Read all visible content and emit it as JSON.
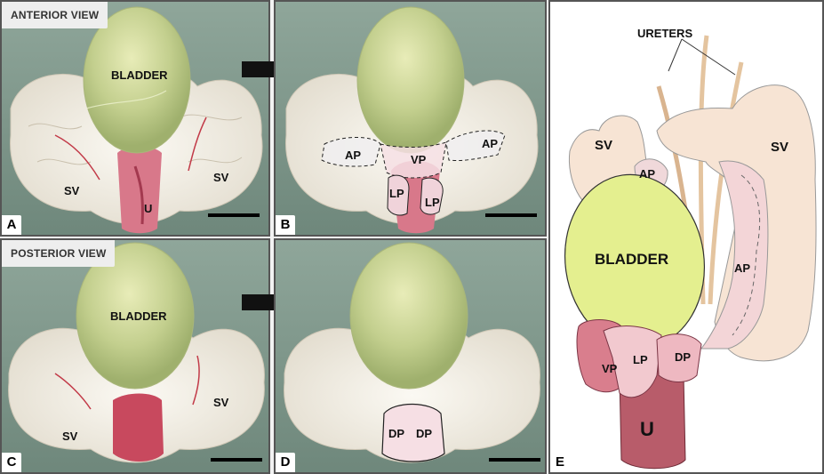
{
  "panels": {
    "A": {
      "letter": "A",
      "view": "ANTERIOR VIEW",
      "bladder": "BLADDER",
      "sv_left": "SV",
      "sv_right": "SV",
      "urethra": "U"
    },
    "B": {
      "letter": "B",
      "ap_left": "AP",
      "vp": "VP",
      "ap_right": "AP",
      "lp_left": "LP",
      "lp_right": "LP"
    },
    "C": {
      "letter": "C",
      "view": "POSTERIOR VIEW",
      "bladder": "BLADDER",
      "sv_left": "SV",
      "sv_right": "SV"
    },
    "D": {
      "letter": "D",
      "dp_left": "DP",
      "dp_right": "DP"
    },
    "E": {
      "letter": "E",
      "ureters": "URETERS",
      "sv_left": "SV",
      "sv_right": "SV",
      "ap_top": "AP",
      "ap_right": "AP",
      "bladder": "BLADDER",
      "vp": "VP",
      "lp": "LP",
      "dp": "DP",
      "urethra": "U"
    }
  },
  "colors": {
    "tissue": "#f4f1ea",
    "bladder_photo": "#c9d49a",
    "bladder_diagram": "#e4ef8f",
    "urethra": "#b85c6a",
    "sv_diagram": "#f7e4d4",
    "prostate": "#e7b6bf"
  }
}
